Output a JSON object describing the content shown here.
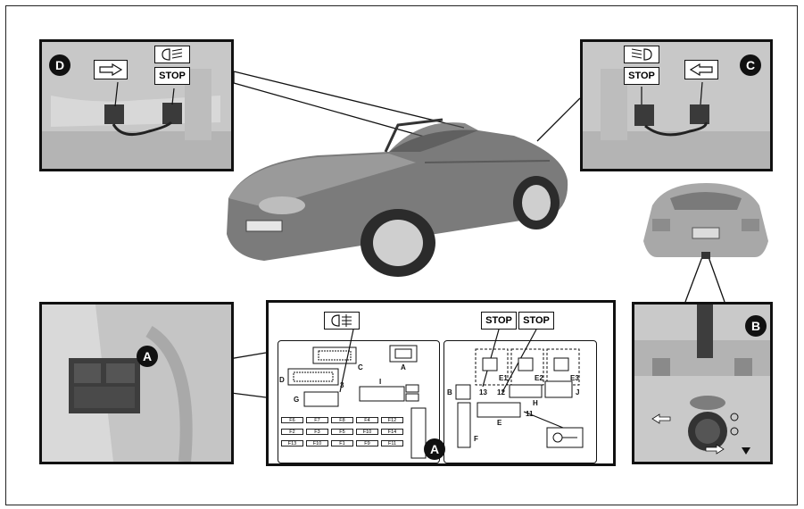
{
  "labels": {
    "D": "D",
    "C": "C",
    "B": "B",
    "A": "A",
    "stop": "STOP"
  },
  "fuse_box": {
    "connectors": [
      "C",
      "A",
      "D",
      "3",
      "G",
      "I",
      "B",
      "13",
      "12",
      "H",
      "E",
      "11",
      "F",
      "J",
      "E1",
      "E2",
      "E3"
    ],
    "fuses_row1": [
      "F6",
      "F7",
      "F8",
      "F4",
      "F12"
    ],
    "fuses_row2": [
      "F2",
      "F3",
      "F5",
      "F10",
      "F14"
    ],
    "fuses_row3": [
      "F13",
      "F10",
      "F1",
      "F9",
      "F11"
    ]
  }
}
